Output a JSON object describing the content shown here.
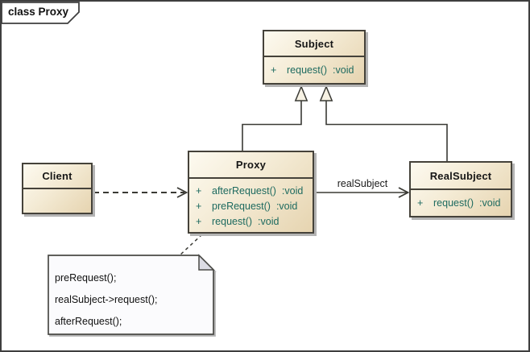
{
  "diagram": {
    "title": "class Proxy",
    "type_label": "UML class diagram"
  },
  "classes": {
    "subject": {
      "name": "Subject",
      "methods": [
        {
          "visibility": "+",
          "signature": "request()",
          "return_type": ":void"
        }
      ]
    },
    "client": {
      "name": "Client",
      "methods": []
    },
    "proxy": {
      "name": "Proxy",
      "methods": [
        {
          "visibility": "+",
          "signature": "afterRequest()",
          "return_type": ":void"
        },
        {
          "visibility": "+",
          "signature": "preRequest()",
          "return_type": ":void"
        },
        {
          "visibility": "+",
          "signature": "request()",
          "return_type": ":void"
        }
      ]
    },
    "realsubject": {
      "name": "RealSubject",
      "methods": [
        {
          "visibility": "+",
          "signature": "request()",
          "return_type": ":void"
        }
      ]
    }
  },
  "connectors": {
    "association_label": "realSubject"
  },
  "note": {
    "lines": [
      "preRequest();",
      "realSubject->request();",
      "afterRequest();"
    ]
  },
  "colors": {
    "box_border": "#45423a",
    "box_fill_light": "#fdfaf0",
    "box_fill_dark": "#e6d4b0",
    "method_text": "#1d6a5f",
    "note_fill": "#fbfbfd",
    "note_fold": "#dcdce4",
    "shadow": "#b4b4b4",
    "line": "#3a3a35"
  }
}
